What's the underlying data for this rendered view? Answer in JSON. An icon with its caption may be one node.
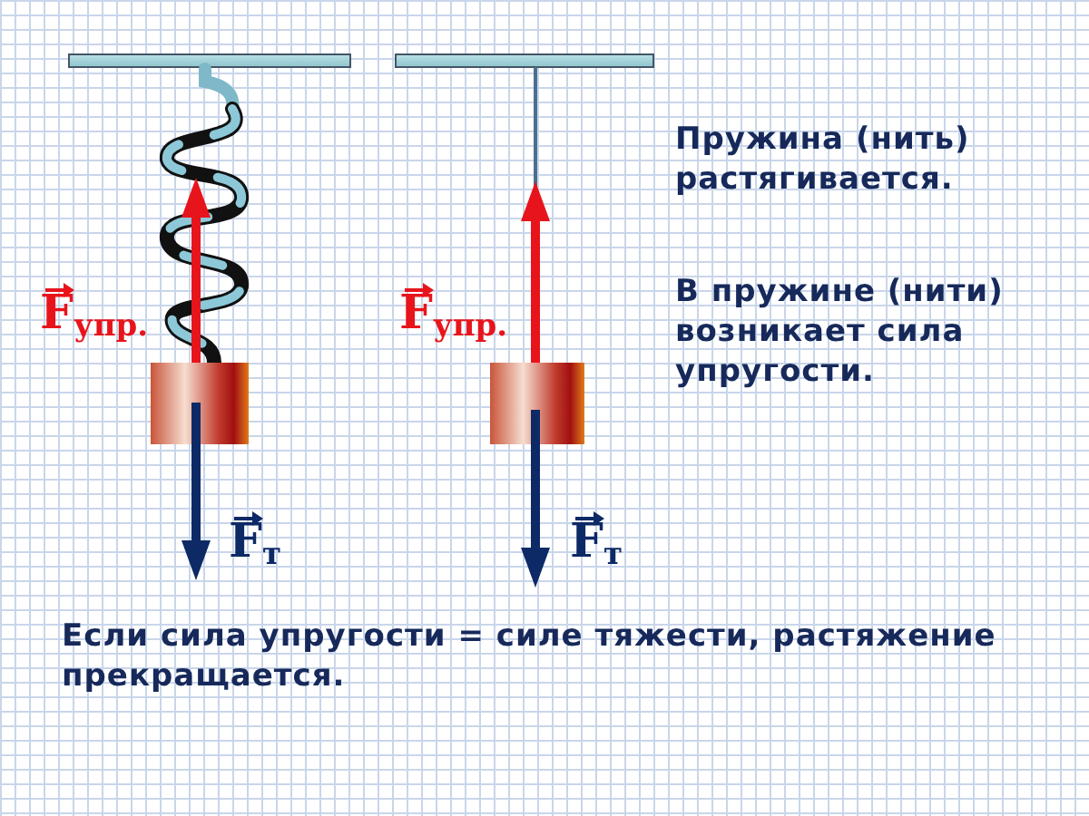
{
  "diagram": {
    "labels": [
      "Пружина (нить) растягивается.",
      "В пружине (нити) возникает сила упругости.",
      "F$_{упр.}$",
      "F$_{упр.}$",
      "F$_{т}$",
      "F$_{т}$",
      "Если сила упругости = силе тяжести, растяжение прекращается."
    ]
  }
}
